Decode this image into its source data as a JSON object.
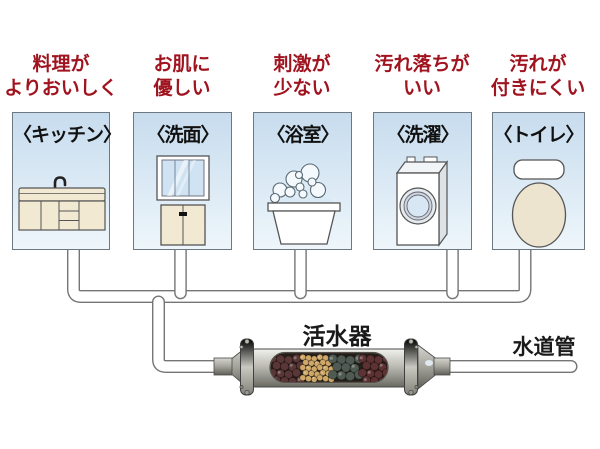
{
  "fixtures": [
    {
      "benefit_line1": "料理が",
      "benefit_line2": "よりおいしく",
      "name": "〈キッチン〉",
      "icon": "kitchen-sink-icon"
    },
    {
      "benefit_line1": "お肌に",
      "benefit_line2": "優しい",
      "name": "〈洗面〉",
      "icon": "washbasin-icon"
    },
    {
      "benefit_line1": "刺激が",
      "benefit_line2": "少ない",
      "name": "〈浴室〉",
      "icon": "bathtub-icon"
    },
    {
      "benefit_line1": "汚れ落ちが",
      "benefit_line2": "いい",
      "name": "〈洗濯〉",
      "icon": "washing-machine-icon"
    },
    {
      "benefit_line1": "汚れが",
      "benefit_line2": "付きにくい",
      "name": "〈トイレ〉",
      "icon": "toilet-icon"
    }
  ],
  "device": {
    "label": "活水器",
    "pipe_label": "水道管"
  },
  "colors": {
    "benefit_text": "#a01420",
    "box_border": "#6e7880",
    "box_gradient_top": "#c7dcee",
    "box_gradient_bottom": "#eef6fb",
    "pipe_outline": "#757575",
    "pipe_fill": "#ffffff",
    "cream": "#f2e9d2",
    "mineral_sections": [
      "#5a3636",
      "#cfa868",
      "#4e5a52",
      "#5e3133"
    ]
  }
}
